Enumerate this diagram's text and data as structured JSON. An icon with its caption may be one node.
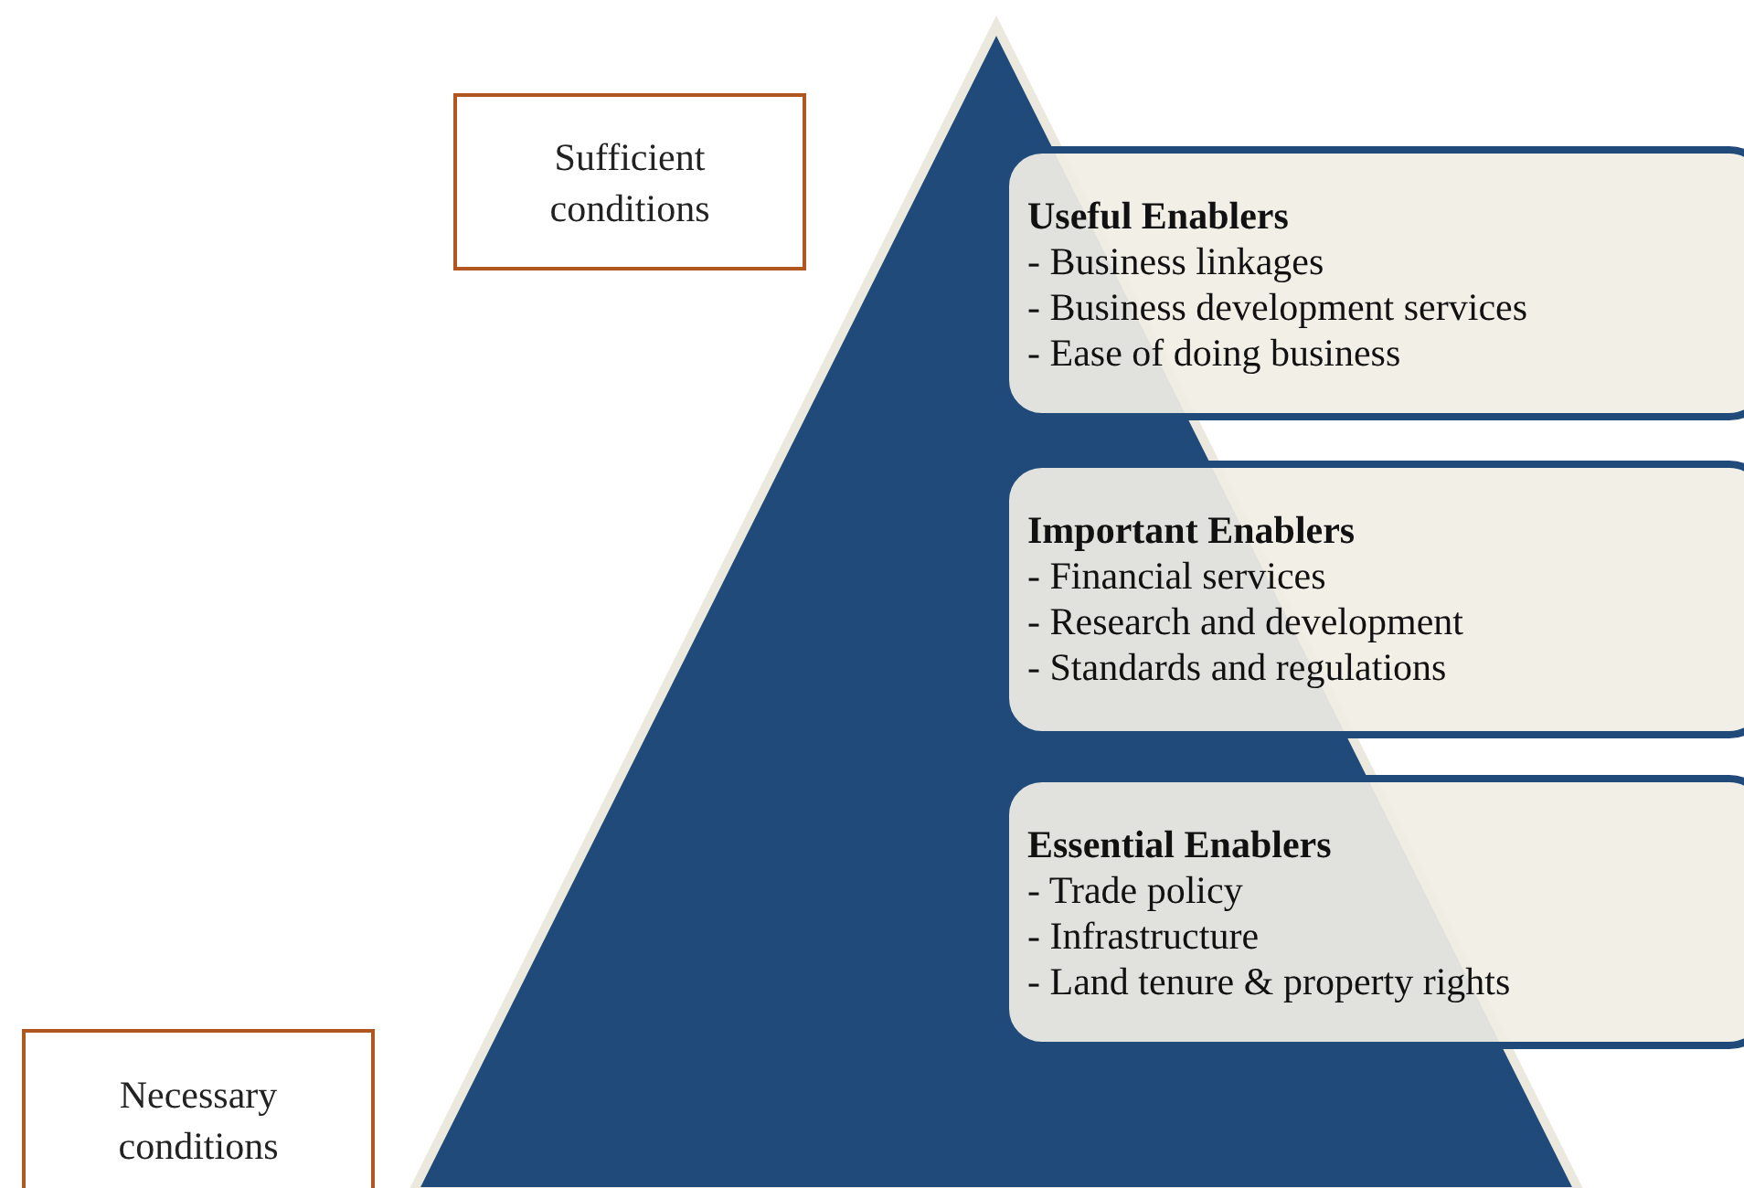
{
  "diagram": {
    "nodes": [
      {
        "text": [
          "Sufficient conditions"
        ]
      },
      {
        "text": [
          "Necessary conditions"
        ]
      },
      {
        "text": [
          "Useful Enablers",
          "- Business linkages",
          "- Business development services",
          "- Ease of doing business"
        ]
      },
      {
        "text": [
          "Important Enablers",
          "- Financial services",
          "- Research and development",
          "- Standards and regulations"
        ]
      },
      {
        "text": [
          "Essential Enablers",
          "- Trade policy",
          "- Infrastructure",
          "- Land tenure & property rights"
        ]
      }
    ],
    "edges": []
  }
}
